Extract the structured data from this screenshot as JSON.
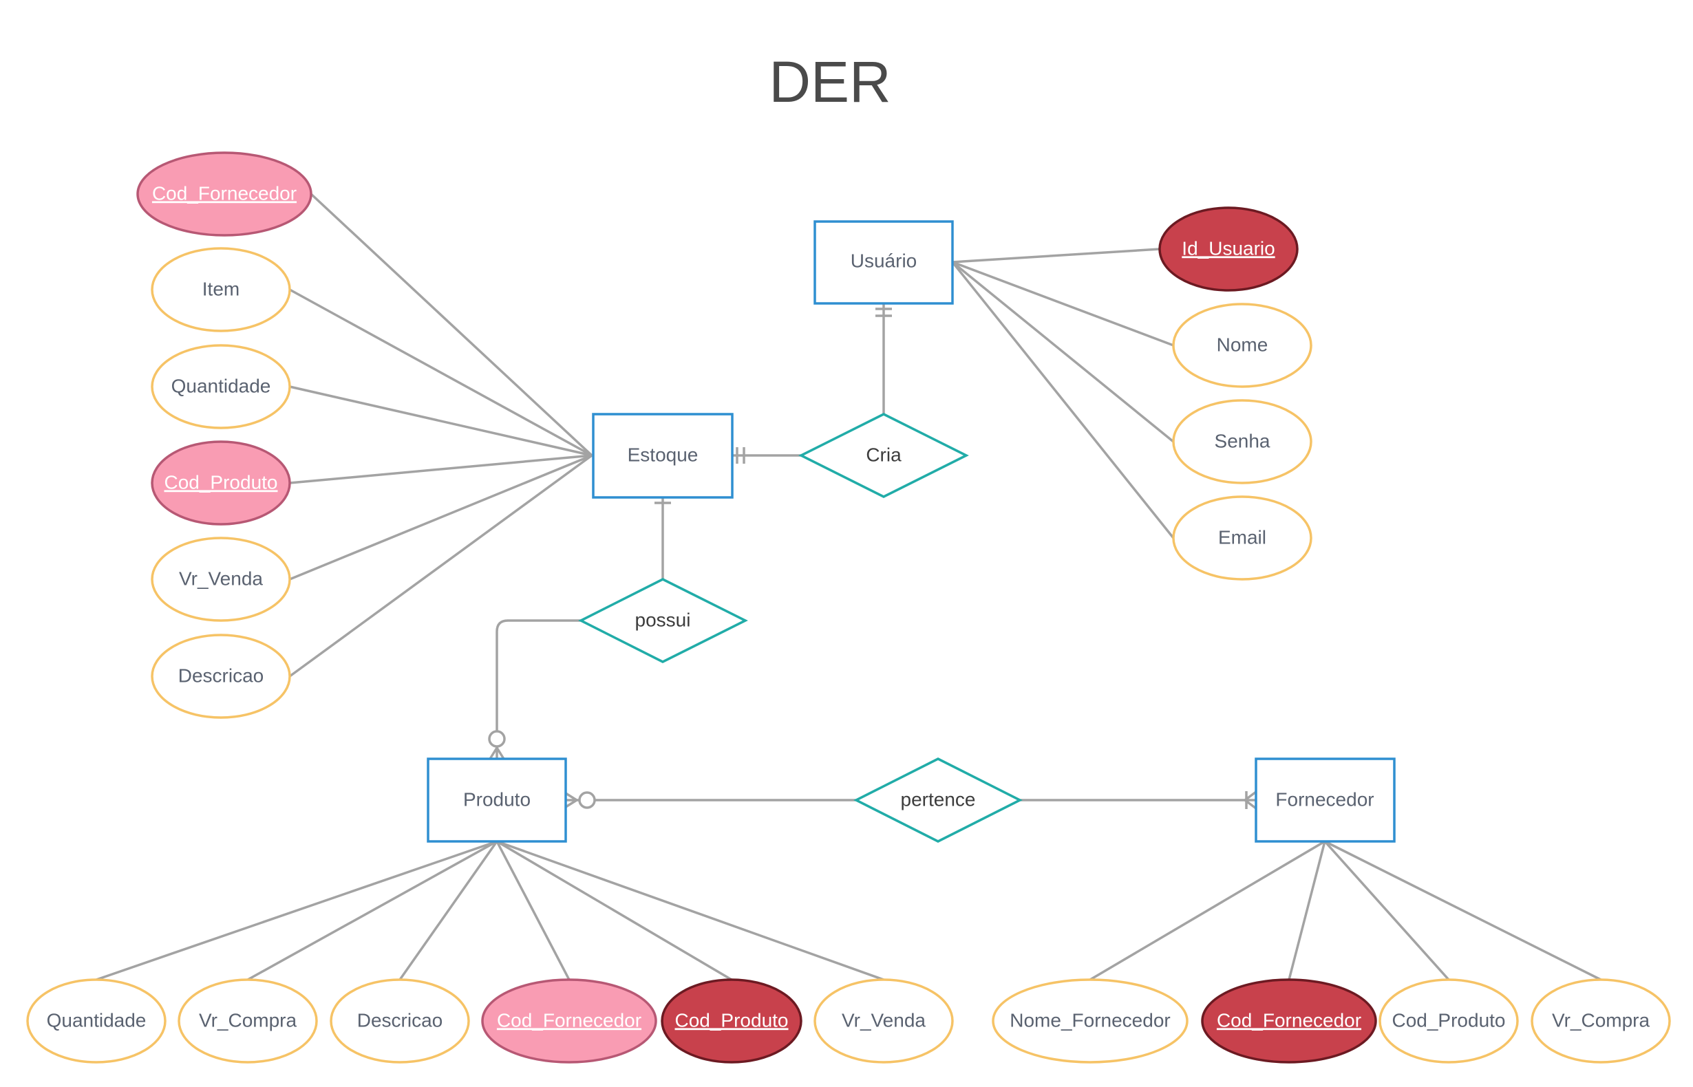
{
  "title": "DER",
  "entities": {
    "usuario": "Usuário",
    "estoque": "Estoque",
    "produto": "Produto",
    "fornecedor": "Fornecedor"
  },
  "relationships": {
    "cria": "Cria",
    "possui": "possui",
    "pertence": "pertence"
  },
  "attributes": {
    "estoque": [
      {
        "label": "Cod_Fornecedor",
        "kind": "foreign_key"
      },
      {
        "label": "Item",
        "kind": "attribute"
      },
      {
        "label": "Quantidade",
        "kind": "attribute"
      },
      {
        "label": "Cod_Produto",
        "kind": "foreign_key"
      },
      {
        "label": "Vr_Venda",
        "kind": "attribute"
      },
      {
        "label": "Descricao",
        "kind": "attribute"
      }
    ],
    "usuario": [
      {
        "label": "Id_Usuario",
        "kind": "primary_key"
      },
      {
        "label": "Nome",
        "kind": "attribute"
      },
      {
        "label": "Senha",
        "kind": "attribute"
      },
      {
        "label": "Email",
        "kind": "attribute"
      }
    ],
    "produto": [
      {
        "label": "Quantidade",
        "kind": "attribute"
      },
      {
        "label": "Vr_Compra",
        "kind": "attribute"
      },
      {
        "label": "Descricao",
        "kind": "attribute"
      },
      {
        "label": "Cod_Fornecedor",
        "kind": "foreign_key"
      },
      {
        "label": "Cod_Produto",
        "kind": "primary_key"
      },
      {
        "label": "Vr_Venda",
        "kind": "attribute"
      }
    ],
    "fornecedor": [
      {
        "label": "Nome_Fornecedor",
        "kind": "attribute"
      },
      {
        "label": "Cod_Fornecedor",
        "kind": "primary_key"
      },
      {
        "label": "Cod_Produto",
        "kind": "attribute"
      },
      {
        "label": "Vr_Compra",
        "kind": "attribute"
      }
    ]
  },
  "cardinalities": {
    "usuario_cria": "one-and-only-one",
    "cria_estoque": "one-and-only-one",
    "estoque_possui": "one",
    "possui_produto": "zero-or-many",
    "produto_pertence": "zero-or-many",
    "pertence_fornecedor": "one-or-many"
  },
  "colors": {
    "entity_border": "#2f8fd1",
    "relationship_border": "#21aca8",
    "attribute_border": "#f6c366",
    "foreign_key_fill": "#f99cb3",
    "primary_key_fill": "#c8414c",
    "connector": "#a3a3a3"
  }
}
